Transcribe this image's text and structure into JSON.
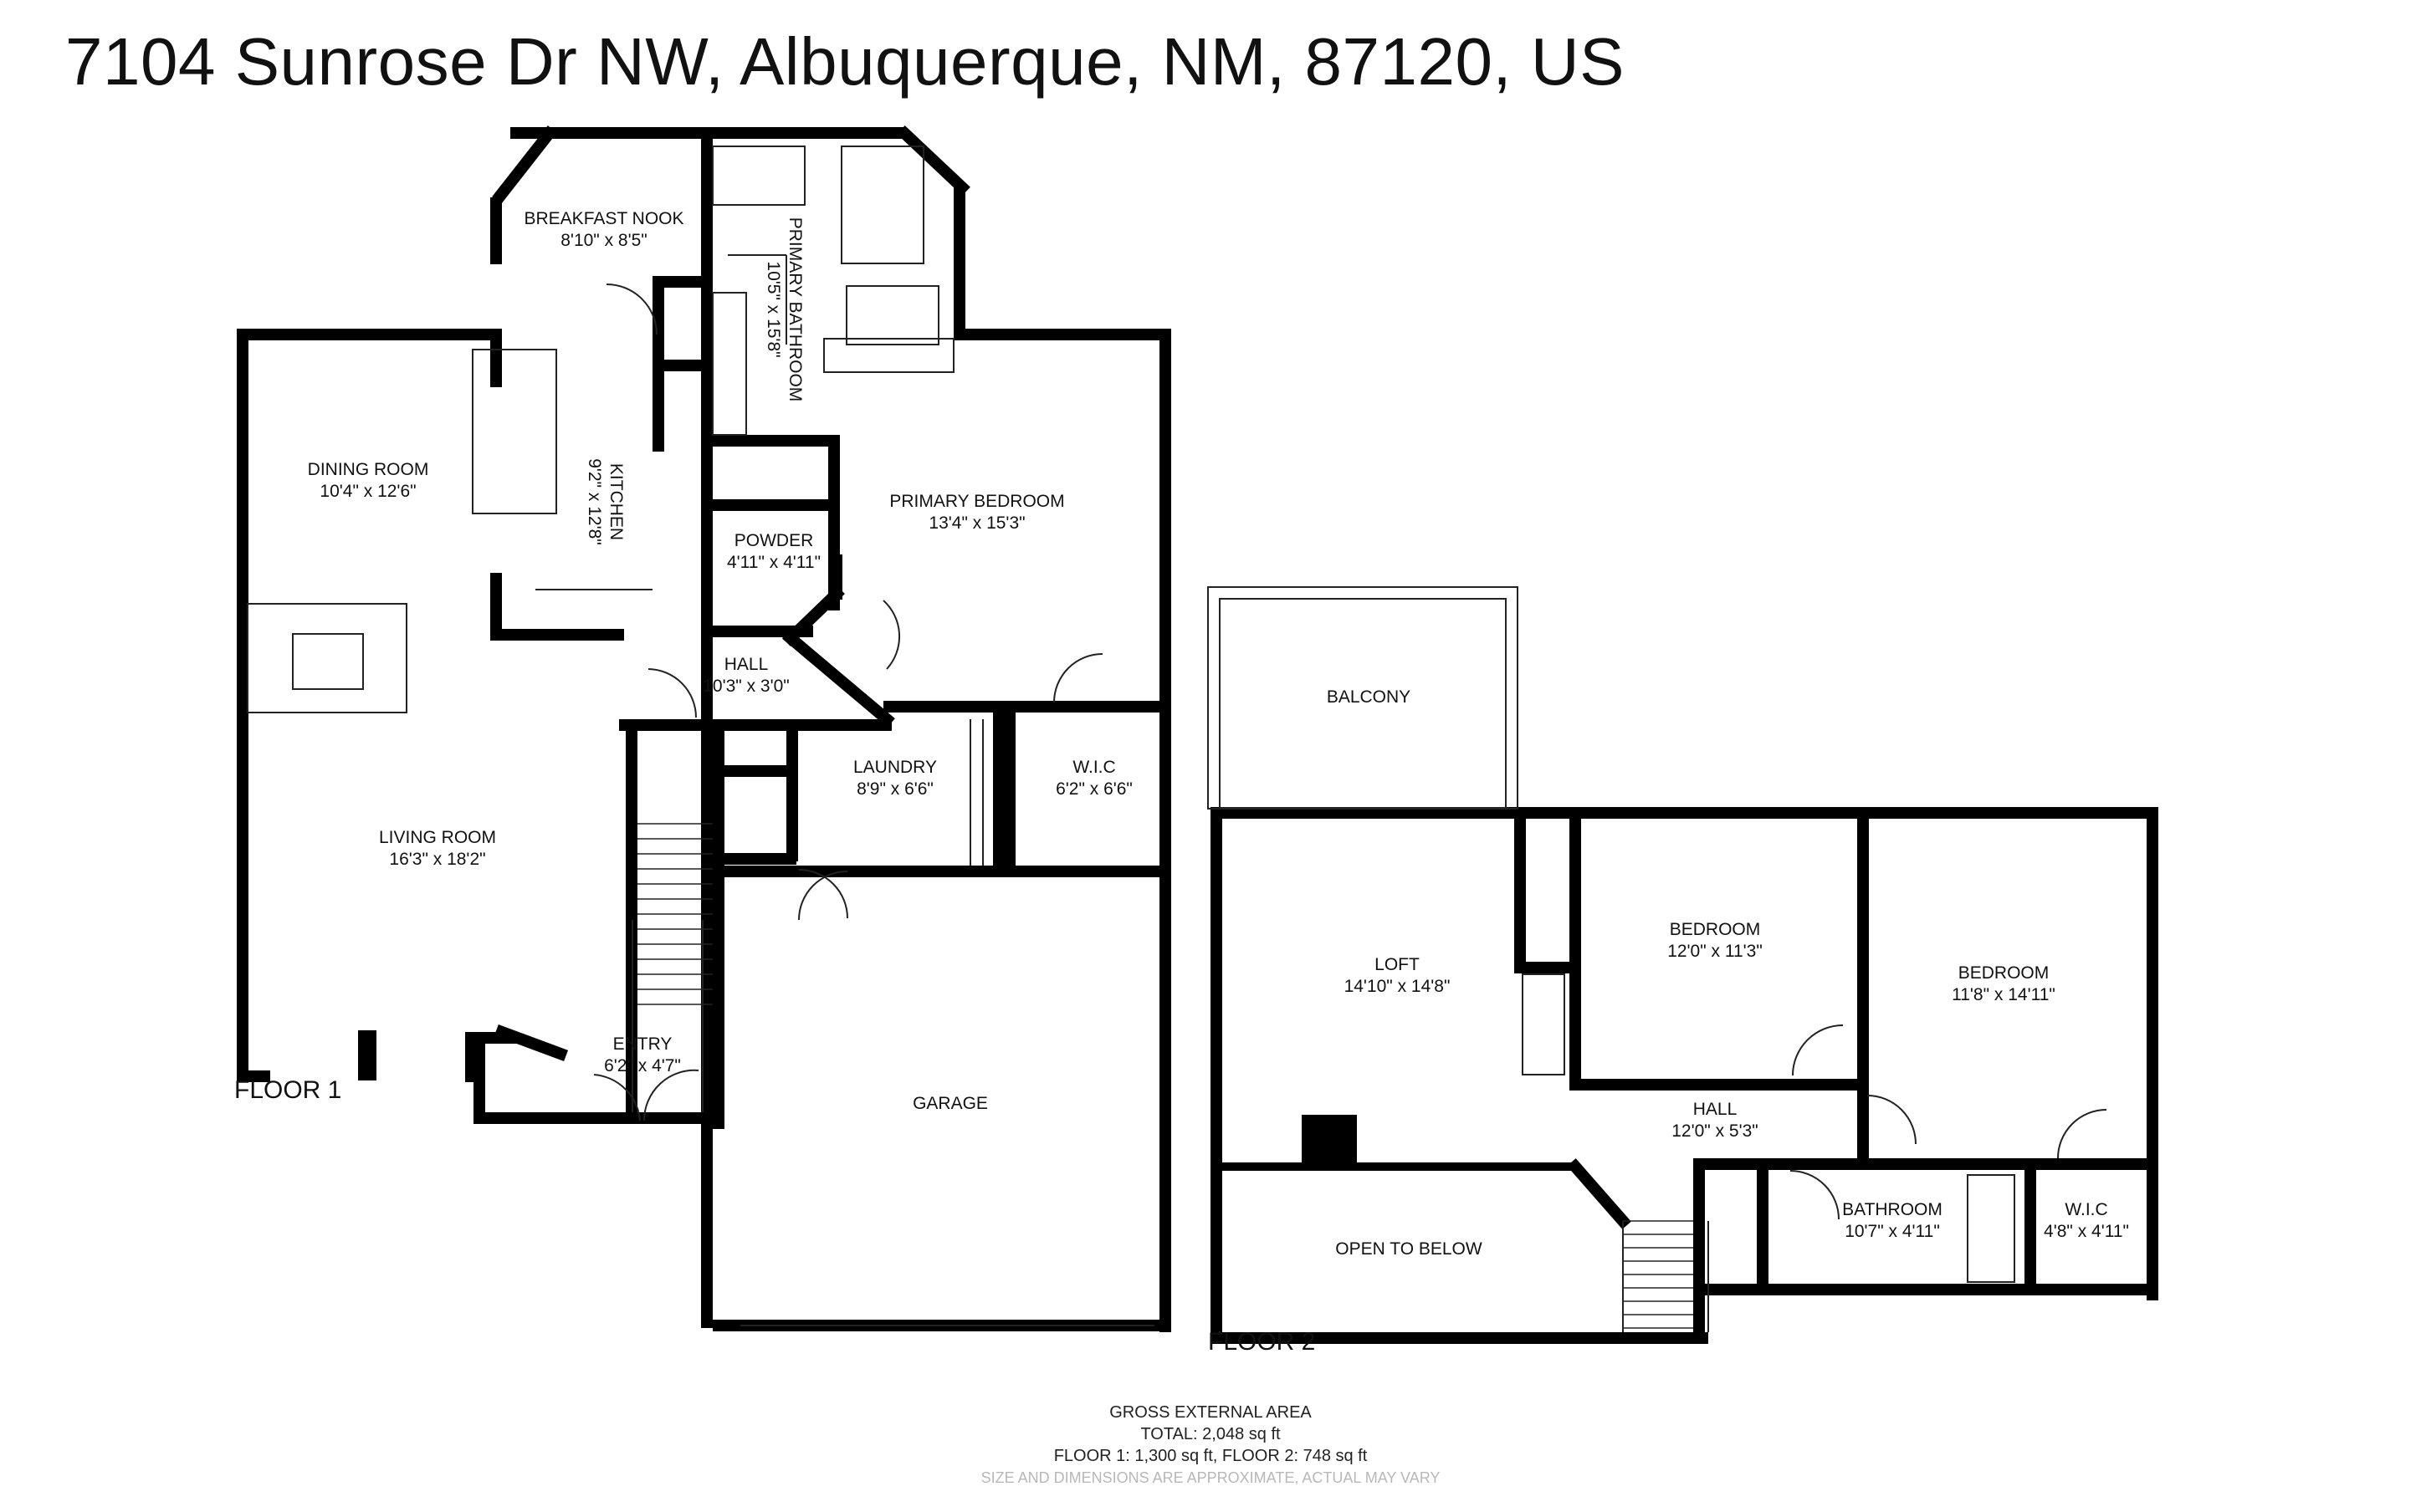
{
  "address": "7104 Sunrose Dr NW, Albuquerque, NM, 87120, US",
  "floors": [
    {
      "label": "FLOOR 1",
      "rooms": [
        {
          "name": "BREAKFAST NOOK",
          "dims": "8'10\" x 8'5\""
        },
        {
          "name": "PRIMARY BATHROOM",
          "dims": "10'5\" x 15'8\""
        },
        {
          "name": "KITCHEN",
          "dims": "9'2\" x 12'8\""
        },
        {
          "name": "DINING ROOM",
          "dims": "10'4\" x 12'6\""
        },
        {
          "name": "PRIMARY BEDROOM",
          "dims": "13'4\" x 15'3\""
        },
        {
          "name": "POWDER",
          "dims": "4'11\" x 4'11\""
        },
        {
          "name": "HALL",
          "dims": "10'3\" x 3'0\""
        },
        {
          "name": "LAUNDRY",
          "dims": "8'9\" x 6'6\""
        },
        {
          "name": "W.I.C",
          "dims": "6'2\" x 6'6\""
        },
        {
          "name": "LIVING ROOM",
          "dims": "16'3\" x 18'2\""
        },
        {
          "name": "ENTRY",
          "dims": "6'2\" x 4'7\""
        },
        {
          "name": "GARAGE",
          "dims": ""
        }
      ]
    },
    {
      "label": "FLOOR 2",
      "rooms": [
        {
          "name": "BALCONY",
          "dims": ""
        },
        {
          "name": "LOFT",
          "dims": "14'10\" x 14'8\""
        },
        {
          "name": "BEDROOM",
          "dims": "12'0\" x 11'3\""
        },
        {
          "name": "BEDROOM",
          "dims": "11'8\" x 14'11\""
        },
        {
          "name": "HALL",
          "dims": "12'0\" x 5'3\""
        },
        {
          "name": "OPEN TO BELOW",
          "dims": ""
        },
        {
          "name": "BATHROOM",
          "dims": "10'7\" x 4'11\""
        },
        {
          "name": "W.I.C",
          "dims": "4'8\" x 4'11\""
        }
      ]
    }
  ],
  "footer": {
    "heading": "GROSS EXTERNAL AREA",
    "total": "TOTAL: 2,048 sq ft",
    "breakdown": "FLOOR 1: 1,300 sq ft, FLOOR 2: 748 sq ft",
    "disclaimer": "SIZE AND DIMENSIONS ARE APPROXIMATE, ACTUAL MAY VARY"
  }
}
